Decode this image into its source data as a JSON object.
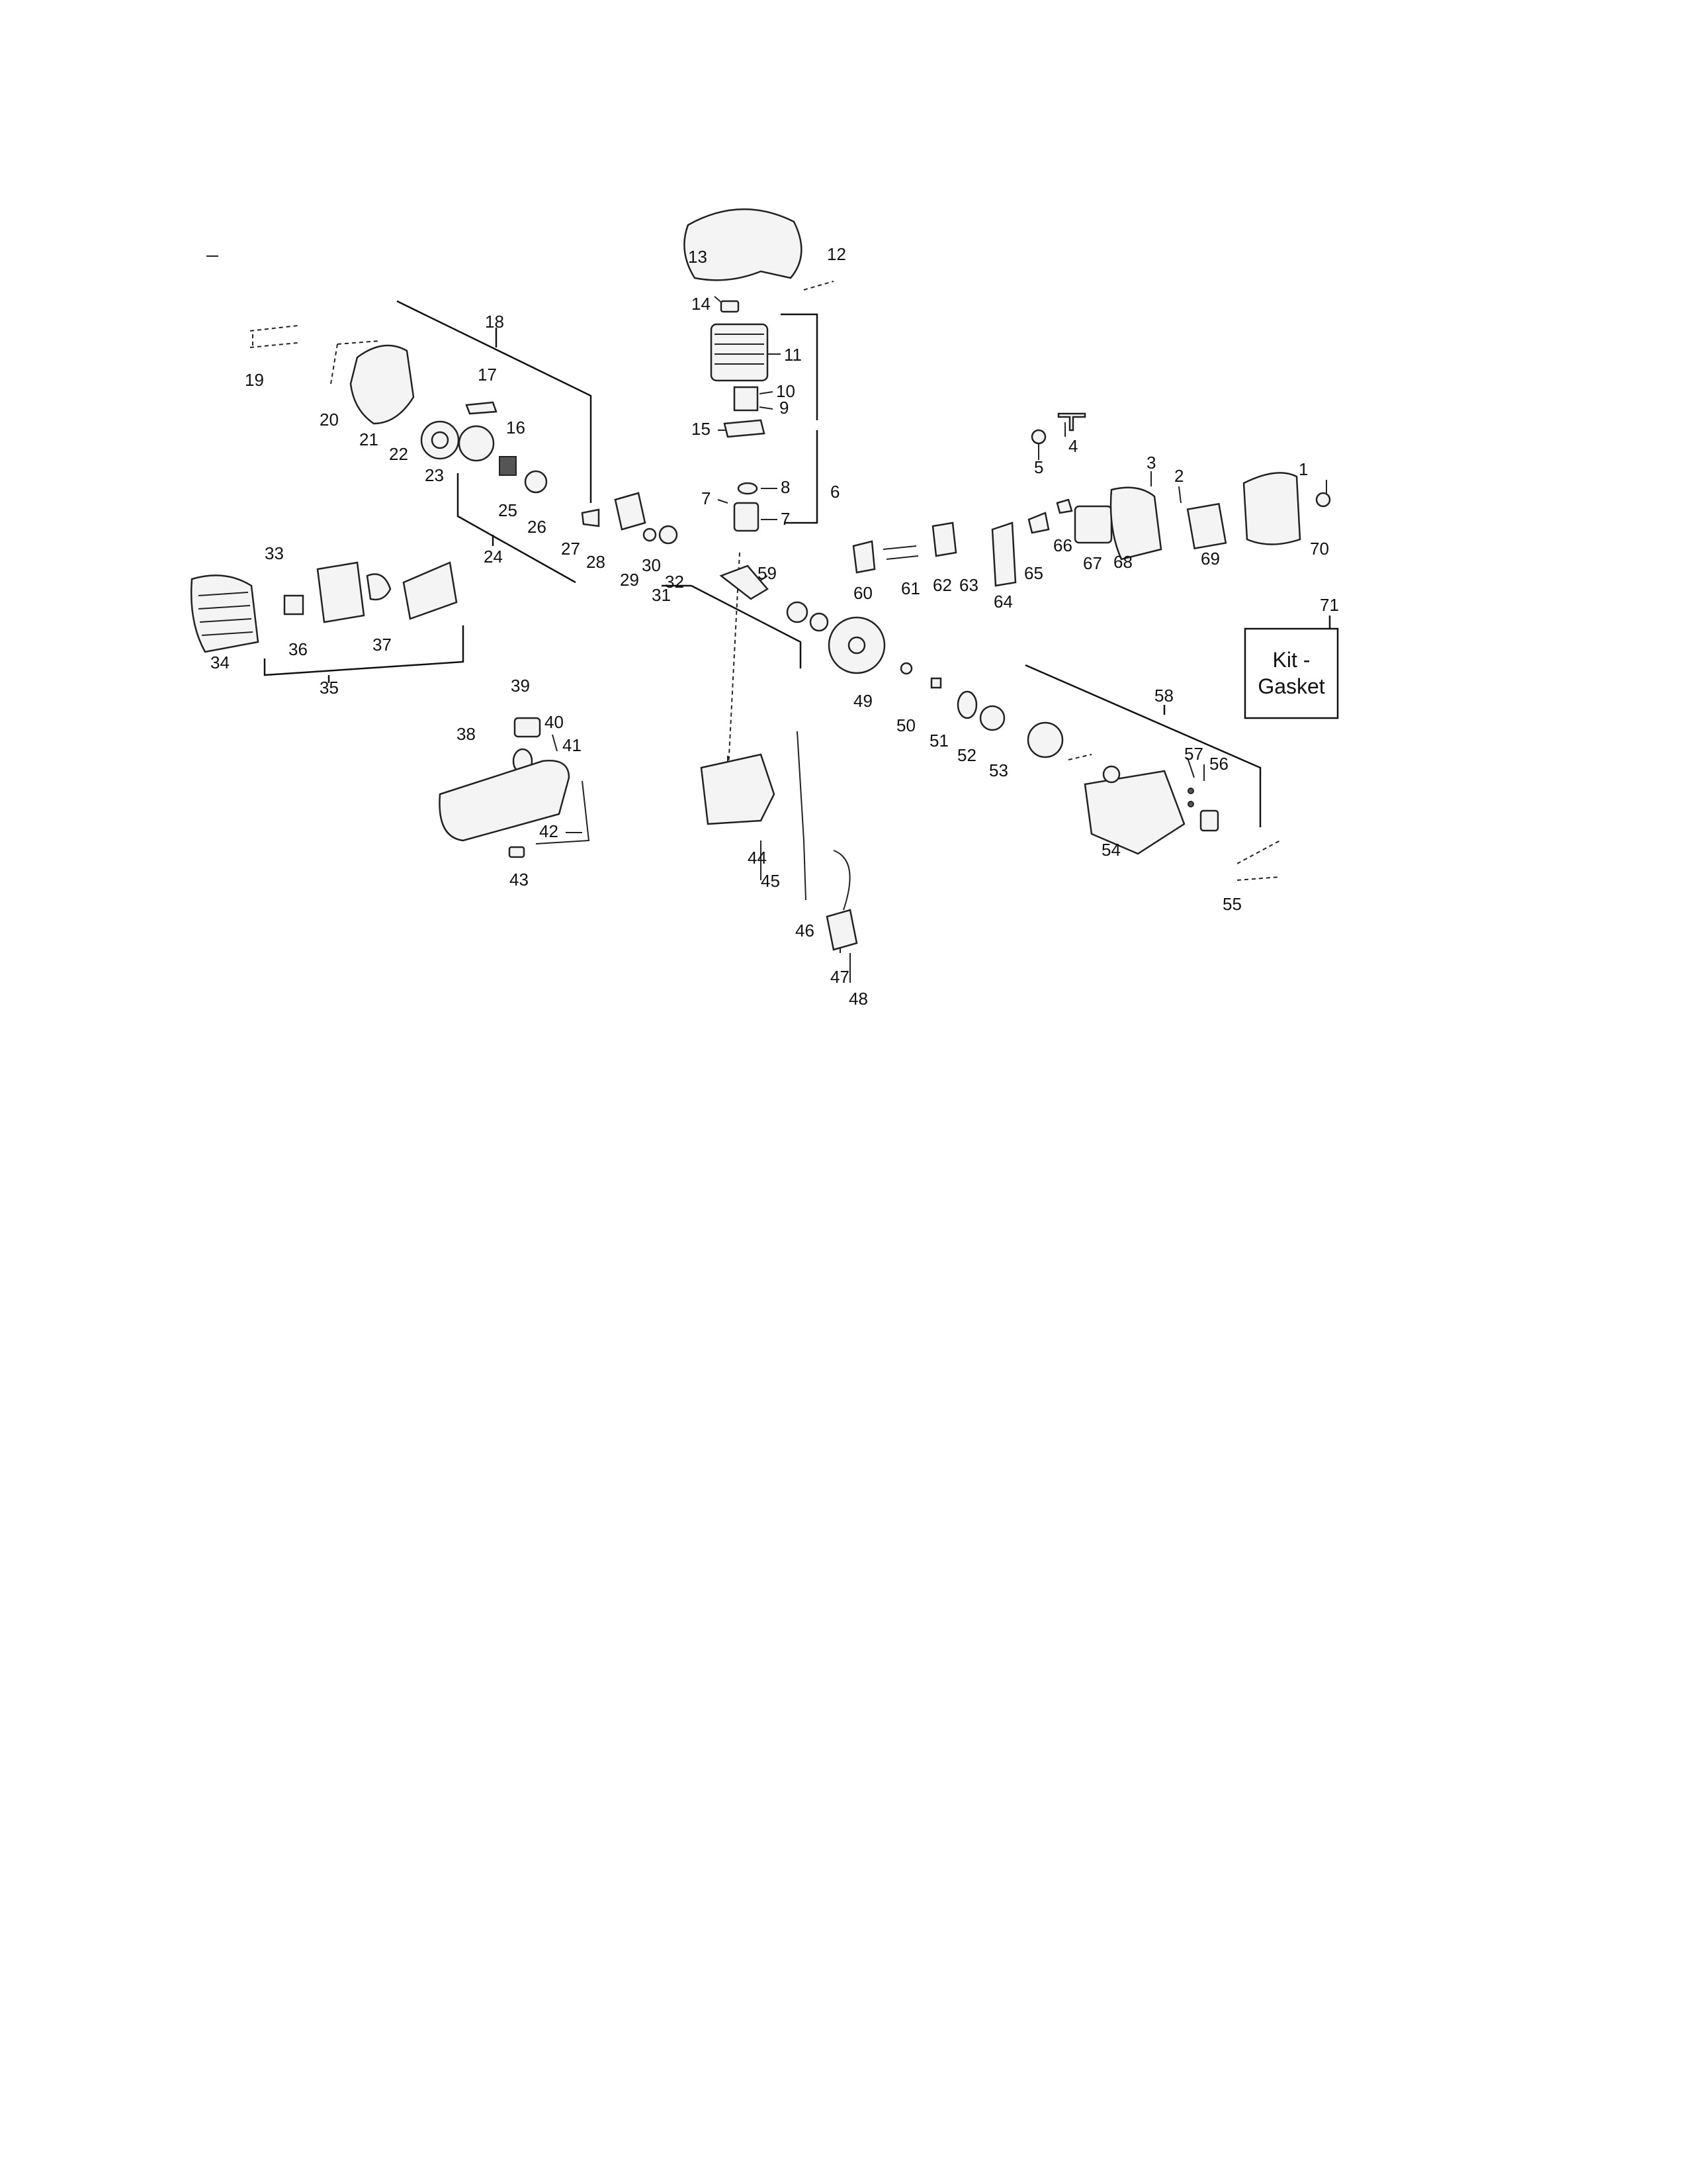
{
  "labels": [
    "1",
    "2",
    "3",
    "4",
    "5",
    "6",
    "7",
    "7",
    "8",
    "9",
    "10",
    "11",
    "12",
    "13",
    "14",
    "15",
    "16",
    "17",
    "18",
    "19",
    "20",
    "21",
    "22",
    "23",
    "24",
    "25",
    "26",
    "27",
    "28",
    "29",
    "30",
    "31",
    "32",
    "33",
    "34",
    "35",
    "36",
    "37",
    "38",
    "39",
    "40",
    "41",
    "42",
    "43",
    "44",
    "45",
    "46",
    "47",
    "48",
    "49",
    "50",
    "51",
    "52",
    "53",
    "54",
    "55",
    "56",
    "57",
    "58",
    "59",
    "60",
    "61",
    "62",
    "63",
    "64",
    "65",
    "66",
    "67",
    "68",
    "69",
    "70",
    "71"
  ],
  "kit_box": {
    "line1": "Kit -",
    "line2": "Gasket"
  }
}
